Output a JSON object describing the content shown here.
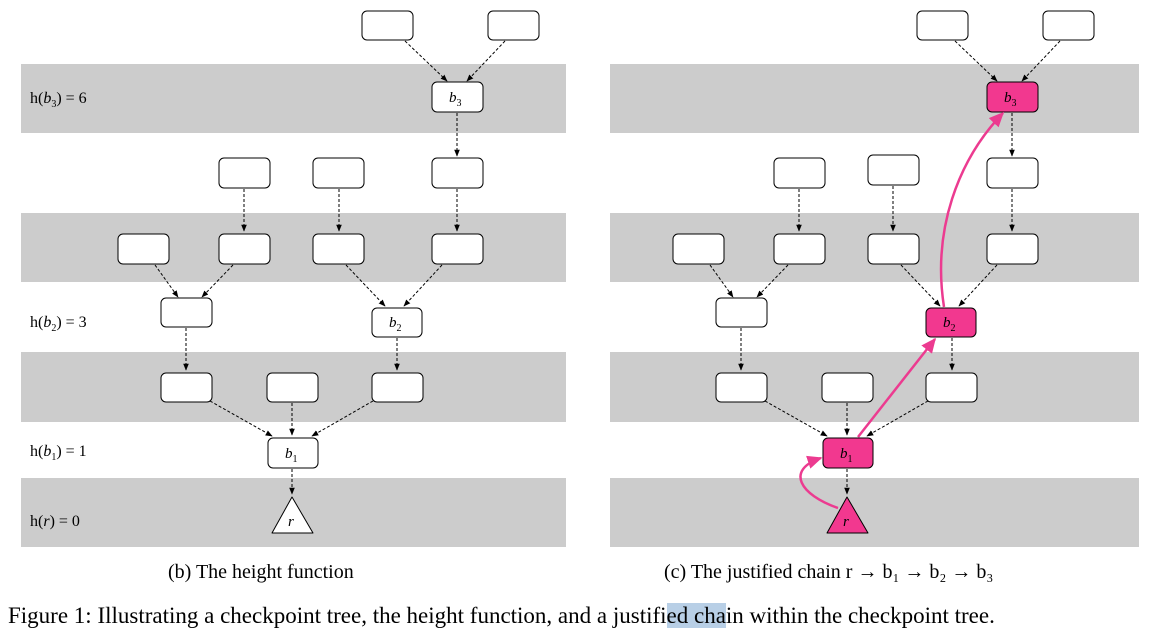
{
  "panel_b": {
    "labels": {
      "h_b3": {
        "pre": "h(",
        "var": "b",
        "sub": "3",
        "post": ") = 6"
      },
      "h_b2": {
        "pre": "h(",
        "var": "b",
        "sub": "2",
        "post": ") = 3"
      },
      "h_b1": {
        "pre": "h(",
        "var": "b",
        "sub": "1",
        "post": ") = 1"
      },
      "h_r": {
        "pre": "h(",
        "var": "r",
        "sub": "",
        "post": ") = 0"
      }
    },
    "nodes": {
      "b3": {
        "var": "b",
        "sub": "3"
      },
      "b2": {
        "var": "b",
        "sub": "2"
      },
      "b1": {
        "var": "b",
        "sub": "1"
      },
      "r": {
        "var": "r"
      }
    },
    "caption": "(b) The height function"
  },
  "panel_c": {
    "nodes": {
      "b3": {
        "var": "b",
        "sub": "3"
      },
      "b2": {
        "var": "b",
        "sub": "2"
      },
      "b1": {
        "var": "b",
        "sub": "1"
      },
      "r": {
        "var": "r"
      }
    },
    "caption": "(c) The justified chain r → b₁ → b₂ → b₃"
  },
  "figure_caption": {
    "before_highlight": "Figure 1: Illustrating a checkpoint tree, the height function, and a justifi",
    "highlight": "ed cha",
    "after_highlight": "in within the checkpoint tree."
  },
  "colors": {
    "band": "#cccccc",
    "highlight_node": "#f2388f",
    "chain_arrow": "#ec3b90",
    "text_highlight": "#b8cfe6"
  }
}
